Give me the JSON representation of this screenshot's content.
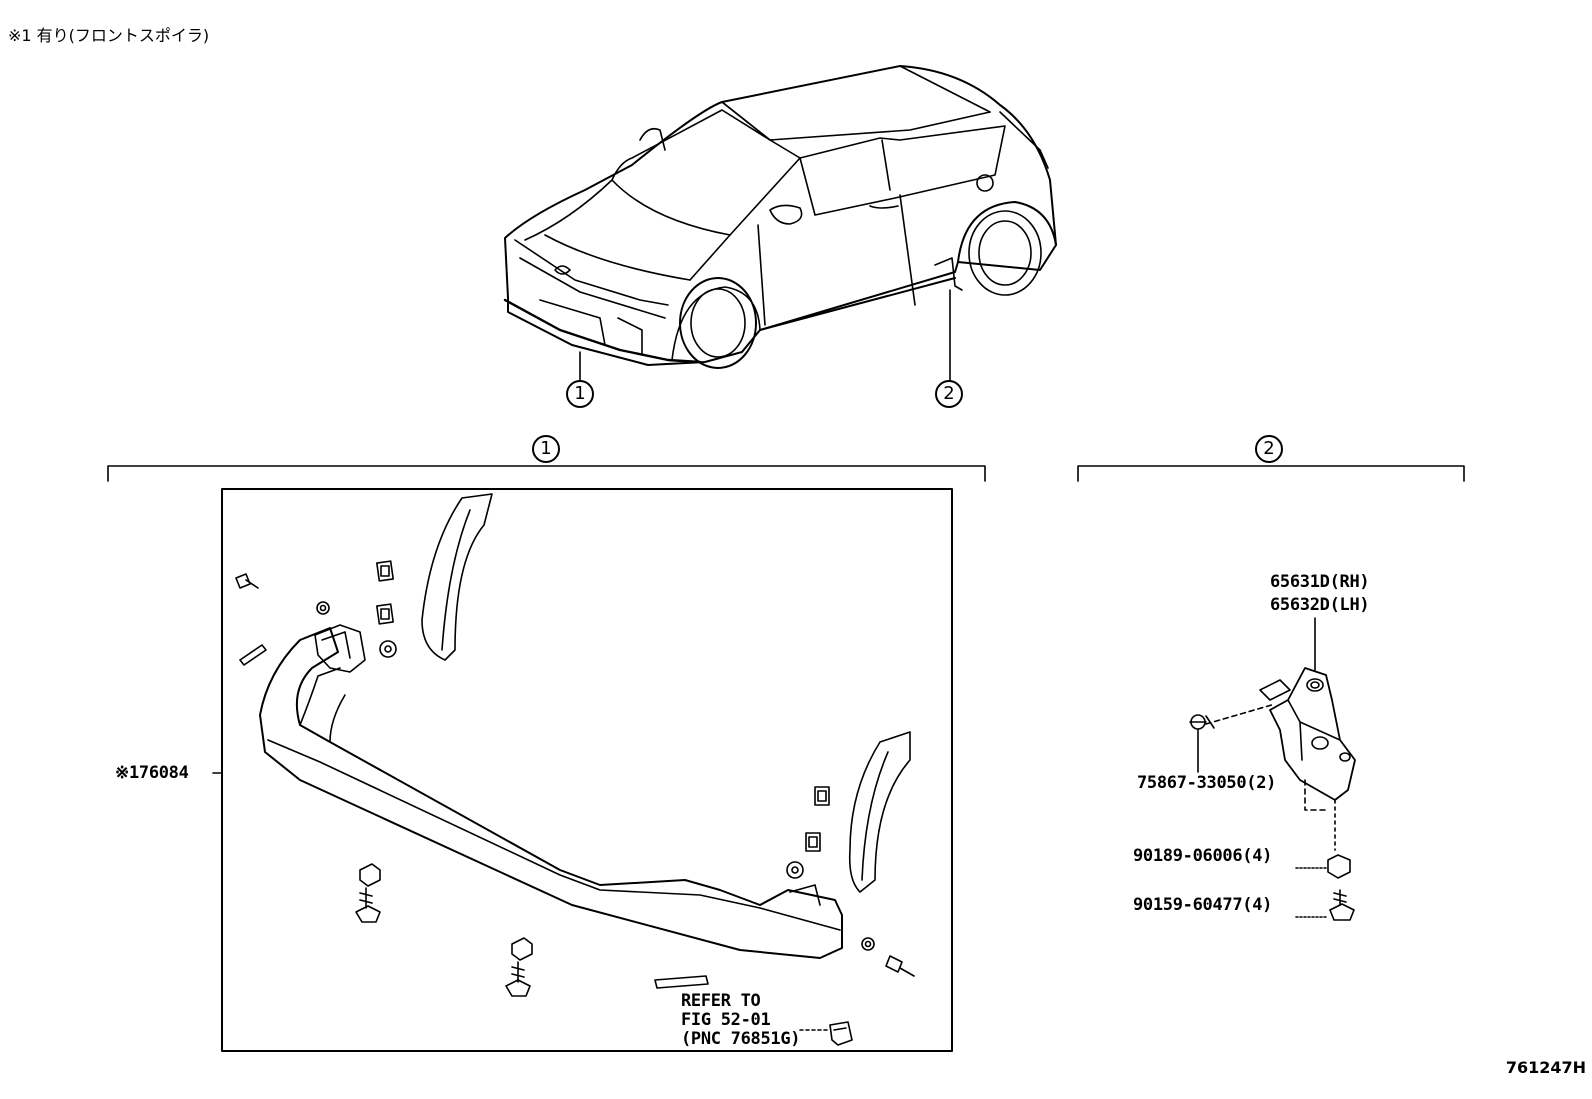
{
  "note": "※1 有り(フロントスポイラ)",
  "callouts": {
    "one": "1",
    "two": "2"
  },
  "parts": {
    "spoiler": "※176084",
    "bracket_rh": "65631D(RH)",
    "bracket_lh": "65632D(LH)",
    "clip": "75867-33050(2)",
    "nut": "90189-06006(4)",
    "screw": "90159-60477(4)"
  },
  "refer": {
    "line1": "REFER TO",
    "line2": "FIG 52-01",
    "line3": "(PNC 76851G)"
  },
  "figure_code": "761247H"
}
